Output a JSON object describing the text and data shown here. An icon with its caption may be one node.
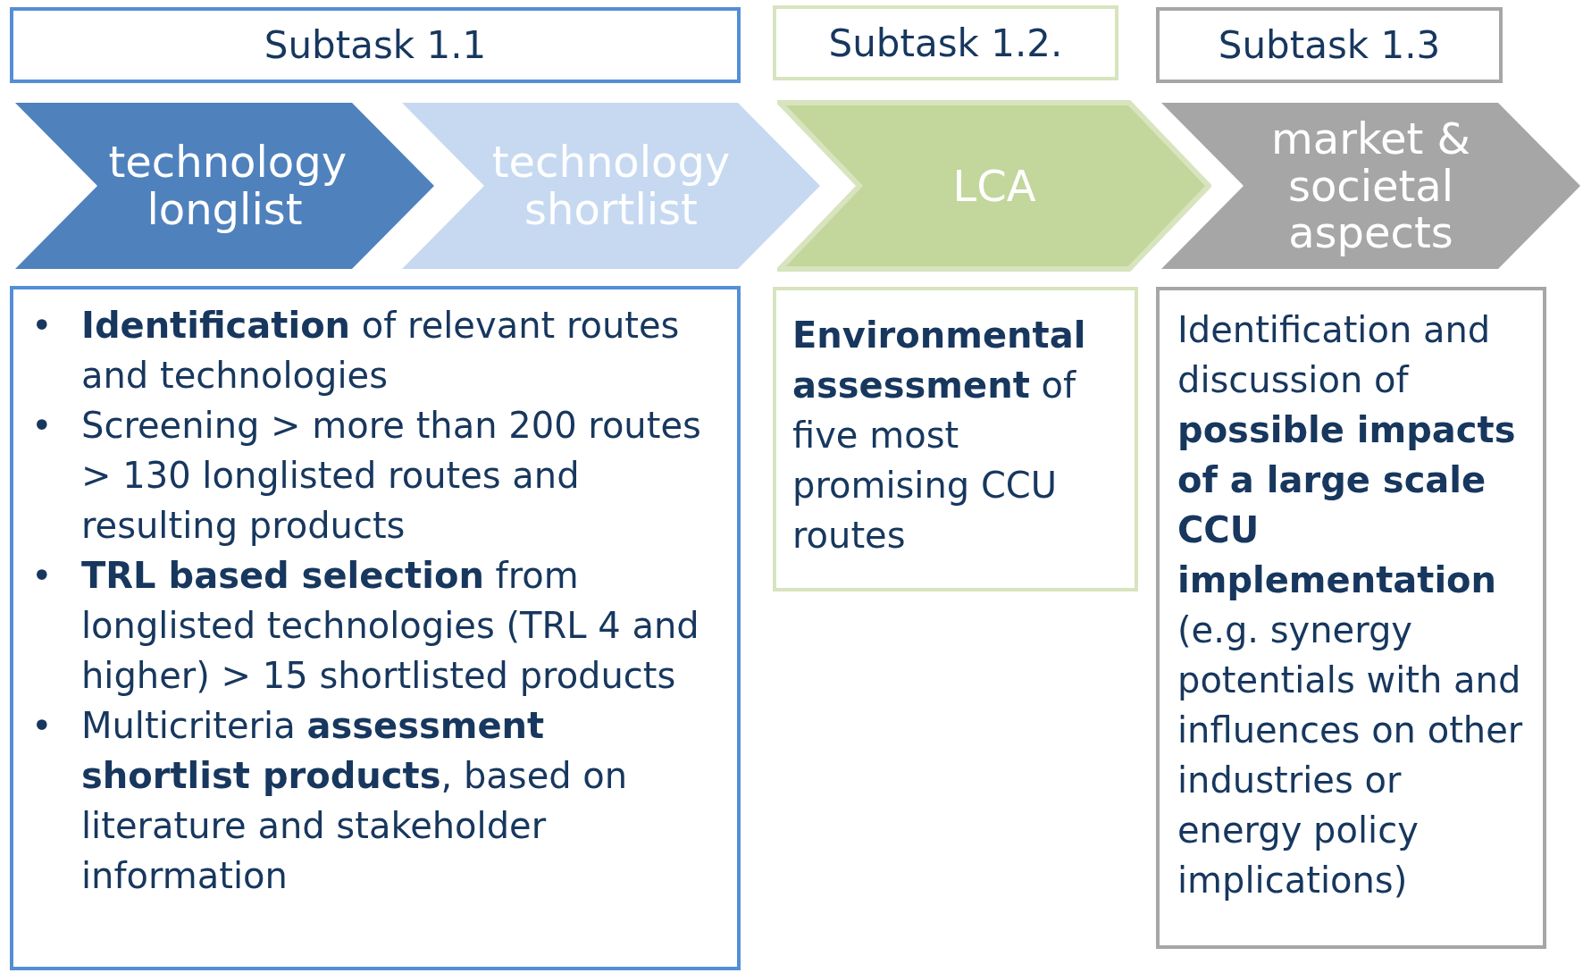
{
  "diagram": {
    "nodes": [
      {
        "text": [
          "Subtask 1.1"
        ]
      },
      {
        "text": [
          "Subtask 1.2."
        ]
      },
      {
        "text": [
          "Subtask 1.3"
        ]
      },
      {
        "text": [
          "technology longlist"
        ]
      },
      {
        "text": [
          "technology shortlist"
        ]
      },
      {
        "text": [
          "LCA"
        ]
      },
      {
        "text": [
          "market & societal aspects"
        ]
      },
      {
        "text": [
          "**Identification** of relevant routes and technologies",
          "Screening > more than 200 routes > 130 longlisted routes and resulting products",
          "**TRL based selection** from longlisted technologies (TRL 4 and higher) > 15 shortlisted products",
          "Multicriteria **assessment shortlist products**, based on literature and stakeholder information"
        ]
      },
      {
        "text": [
          "**Environmental assessment** of five most promising CCU routes"
        ]
      },
      {
        "text": [
          "Identification and discussion of **possible impacts of a large scale CCU implementation** (e.g. synergy potentials with and influences on other industries or energy policy implications)"
        ]
      }
    ],
    "labels": [
      "•",
      "•",
      "•",
      "•"
    ]
  }
}
